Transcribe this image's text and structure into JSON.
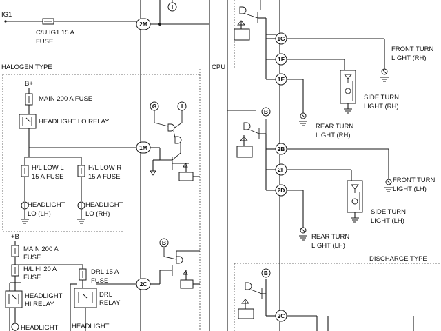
{
  "labels": {
    "ig1": "IG1",
    "cu_ig1_fuse_1": "C/U IG1 15 A",
    "cu_ig1_fuse_2": "FUSE",
    "halogen_type": "HALOGEN TYPE",
    "cpu": "CPU",
    "discharge_type": "DISCHARGE TYPE",
    "bplus_top": "B+",
    "main_fuse_top": "MAIN 200 A FUSE",
    "headlight_lo_relay": "HEADLIGHT LO RELAY",
    "hl_low_l_1": "H/L LOW L",
    "hl_low_l_2": "15 A FUSE",
    "hl_low_r_1": "H/L LOW R",
    "hl_low_r_2": "15 A FUSE",
    "headlight_lo_lh_1": "HEADLIGHT",
    "headlight_lo_lh_2": "LO (LH)",
    "headlight_lo_rh_1": "HEADLIGHT",
    "headlight_lo_rh_2": "LO (RH)",
    "bplus_bottom": "+B",
    "main_fuse_bottom_1": "MAIN 200 A",
    "main_fuse_bottom_2": "FUSE",
    "hl_hi_fuse_1": "H/L HI 20 A",
    "hl_hi_fuse_2": "FUSE",
    "drl_fuse_1": "DRL 15 A",
    "drl_fuse_2": "FUSE",
    "headlight_hi_relay_1": "HEADLIGHT",
    "headlight_hi_relay_2": "HI RELAY",
    "drl_relay_1": "DRL",
    "drl_relay_2": "RELAY",
    "headlight_bottom_left": "HEADLIGHT",
    "headlight_bottom_mid": "HEADLIGHT",
    "front_turn_rh_1": "FRONT TURN",
    "front_turn_rh_2": "LIGHT (RH)",
    "side_turn_rh_1": "SIDE TURN",
    "side_turn_rh_2": "LIGHT (RH)",
    "rear_turn_rh_1": "REAR TURN",
    "rear_turn_rh_2": "LIGHT (RH)",
    "front_turn_lh_1": "FRONT TURN",
    "front_turn_lh_2": "LIGHT (LH)",
    "side_turn_lh_1": "SIDE TURN",
    "side_turn_lh_2": "LIGHT (LH)",
    "rear_turn_lh_1": "REAR TURN",
    "rear_turn_lh_2": "LIGHT (LH)"
  },
  "connectors": {
    "c2m": "2M",
    "c1m": "1M",
    "c2c_left": "2C",
    "c1g": "1G",
    "c1f": "1F",
    "c1e": "1E",
    "c2b": "2B",
    "c2f": "2F",
    "c2d": "2D",
    "c2c_right": "2C"
  },
  "markers": {
    "i": "I",
    "g": "G",
    "b": "B"
  }
}
